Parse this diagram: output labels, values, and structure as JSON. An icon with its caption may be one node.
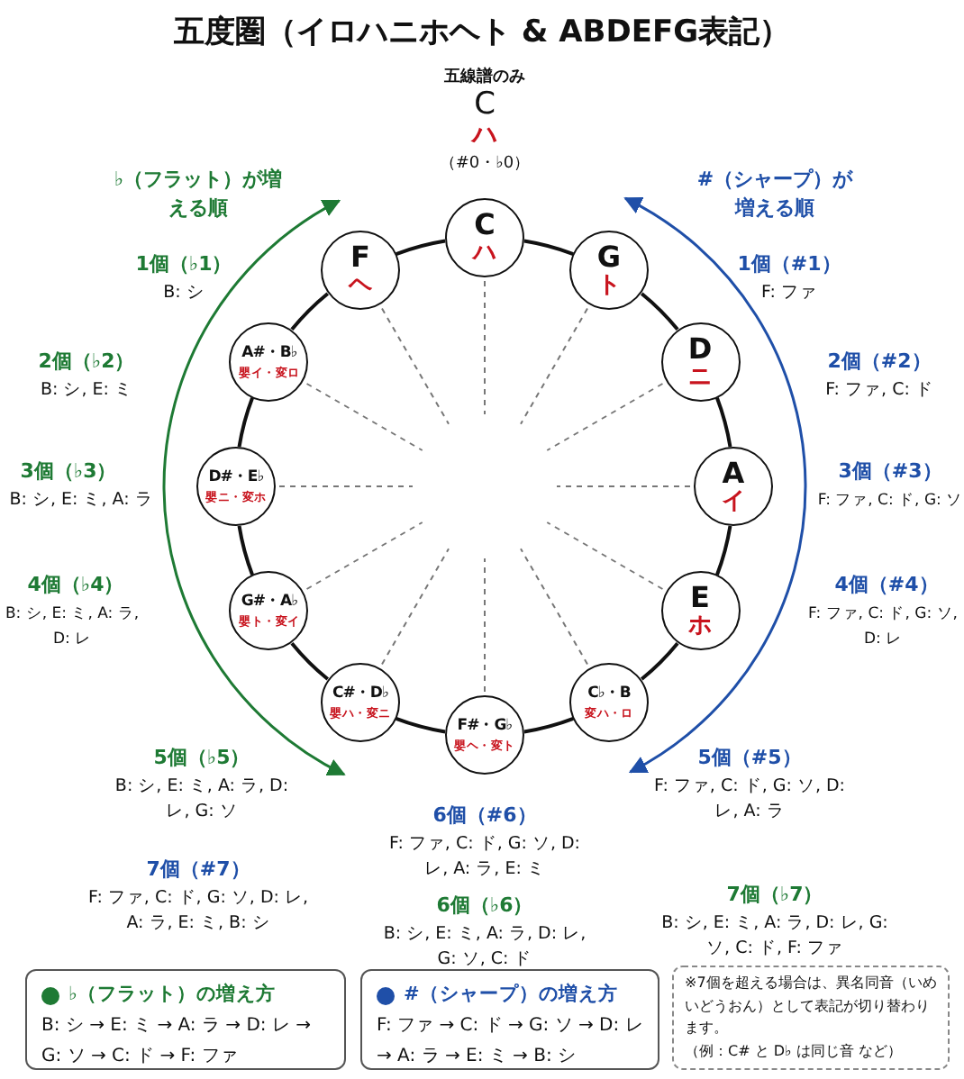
{
  "diagram": {
    "title": "五度圏（イロハニホヘト & ABDEFG表記）",
    "nodes": [
      {
        "text": [
          "C",
          "ハ"
        ]
      },
      {
        "text": [
          "G",
          "ト"
        ]
      },
      {
        "text": [
          "D",
          "ニ"
        ]
      },
      {
        "text": [
          "A",
          "イ"
        ]
      },
      {
        "text": [
          "E",
          "ホ"
        ]
      },
      {
        "text": [
          "C♭・B",
          "変ハ・ロ"
        ]
      },
      {
        "text": [
          "F#・G♭",
          "嬰ヘ・変ト"
        ]
      },
      {
        "text": [
          "C#・D♭",
          "嬰ハ・変ニ"
        ]
      },
      {
        "text": [
          "G#・A♭",
          "嬰ト・変イ"
        ]
      },
      {
        "text": [
          "D#・E♭",
          "嬰ニ・変ホ"
        ]
      },
      {
        "text": [
          "A#・B♭",
          "嬰イ・変ロ"
        ]
      },
      {
        "text": [
          "F",
          "ヘ"
        ]
      },
      {
        "text": [
          "♭（フラット）の増え方",
          "B: シ → E: ミ → A: ラ → D: レ → G: ソ → C: ド → F: ファ"
        ]
      },
      {
        "text": [
          "#（シャープ）の増え方",
          "F: ファ → C: ド → G: ソ → D: レ → A: ラ → E: ミ → B: シ"
        ]
      },
      {
        "text": [
          "※7個を超える場合は、異名同音（いめいどうおん）として表記が切り替わります。",
          "（例：C# と D♭ は同じ音 など）"
        ]
      }
    ],
    "edges": [
      {
        "from": 0,
        "to": 1,
        "arrow": "none"
      },
      {
        "from": 1,
        "to": 2,
        "arrow": "none"
      },
      {
        "from": 2,
        "to": 3,
        "arrow": "none"
      },
      {
        "from": 3,
        "to": 4,
        "arrow": "none"
      },
      {
        "from": 4,
        "to": 5,
        "arrow": "none"
      },
      {
        "from": 5,
        "to": 6,
        "arrow": "none"
      },
      {
        "from": 6,
        "to": 7,
        "arrow": "none"
      },
      {
        "from": 7,
        "to": 8,
        "arrow": "none"
      },
      {
        "from": 8,
        "to": 9,
        "arrow": "none"
      },
      {
        "from": 9,
        "to": 10,
        "arrow": "none"
      },
      {
        "from": 10,
        "to": 11,
        "arrow": "none"
      },
      {
        "from": 11,
        "to": 0,
        "arrow": "none"
      },
      {
        "from": 7,
        "to": 11,
        "arrow": "both",
        "color": "#1e7a34"
      },
      {
        "from": 1,
        "to": 5,
        "arrow": "both",
        "color": "#1f4fa8"
      }
    ],
    "labels": [
      "五線譜のみ",
      "C",
      "ハ",
      "（#0・♭0）",
      "♭（フラット）が増える順",
      "#（シャープ）が増える順",
      "1個（♭1）",
      "B: シ",
      "1個（#1）",
      "F: ファ",
      "2個（♭2）",
      "B: シ, E: ミ",
      "2個（#2）",
      "F: ファ, C: ド",
      "3個（♭3）",
      "B: シ, E: ミ, A: ラ",
      "3個（#3）",
      "F: ファ, C: ド, G: ソ",
      "4個（♭4）",
      "B: シ, E: ミ, A: ラ, D: レ",
      "4個（#4）",
      "F: ファ, C: ド, G: ソ, D: レ",
      "5個（♭5）",
      "B: シ, E: ミ, A: ラ, D: レ, G: ソ",
      "5個（#5）",
      "F: ファ, C: ド, G: ソ, D: レ, A: ラ",
      "6個（#6）",
      "F: ファ, C: ド, G: ソ, D: レ, A: ラ, E: ミ",
      "6個（♭6）",
      "B: シ, E: ミ, A: ラ, D: レ, G: ソ, C: ド",
      "7個（#7）",
      "F: ファ, C: ド, G: ソ, D: レ, A: ラ, E: ミ, B: シ",
      "7個（♭7）",
      "B: シ, E: ミ, A: ラ, D: レ, G: ソ, C: ド, F: ファ"
    ]
  }
}
